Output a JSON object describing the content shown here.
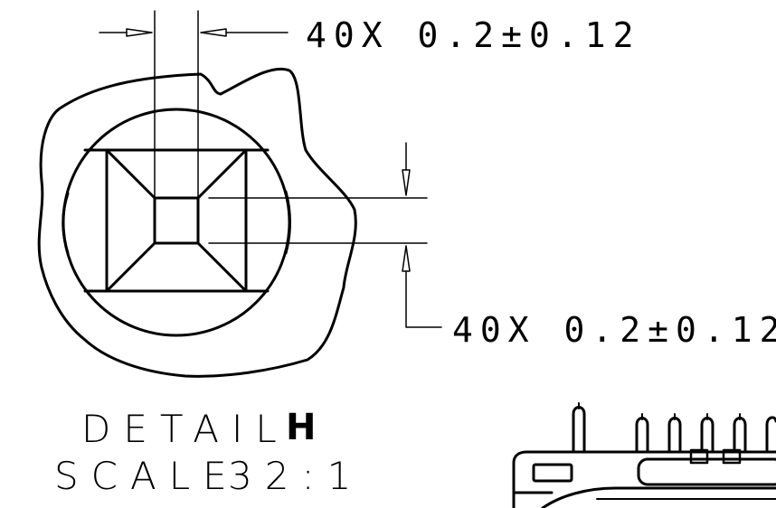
{
  "dimensions": {
    "top": "40X 0.2±0.12",
    "right": "40X 0.2±0.12"
  },
  "detail": {
    "label": "DETAIL",
    "id": "H",
    "scale_label": "SCALE",
    "scale_value": "32:1"
  },
  "colors": {
    "ink": "#000000",
    "paper": "#ffffff"
  }
}
